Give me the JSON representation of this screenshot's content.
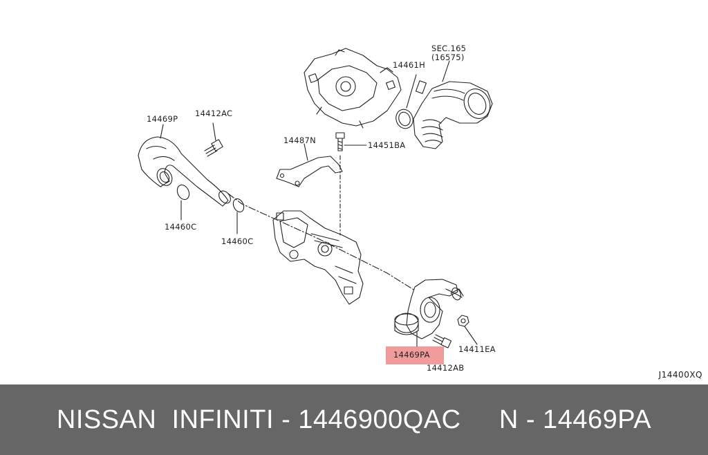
{
  "diagram": {
    "labels": {
      "sec": "SEC.165",
      "sec_sub": "(16575)",
      "p14461h": "14461H",
      "p14469p": "14469P",
      "p14412ac": "14412AC",
      "p14487n": "14487N",
      "p14451ba": "14451BA",
      "p14460c_left": "14460C",
      "p14460c_right": "14460C",
      "p14469pa": "14469PA",
      "p14411ea": "14411EA",
      "p14412ab": "14412AB"
    },
    "highlight_color": "#f08a8a",
    "reference_code": "J14400XQ"
  },
  "footer": {
    "text": "NISSAN  INFINITI - 1446900QAC     N - 14469PA",
    "background": "#666666"
  }
}
